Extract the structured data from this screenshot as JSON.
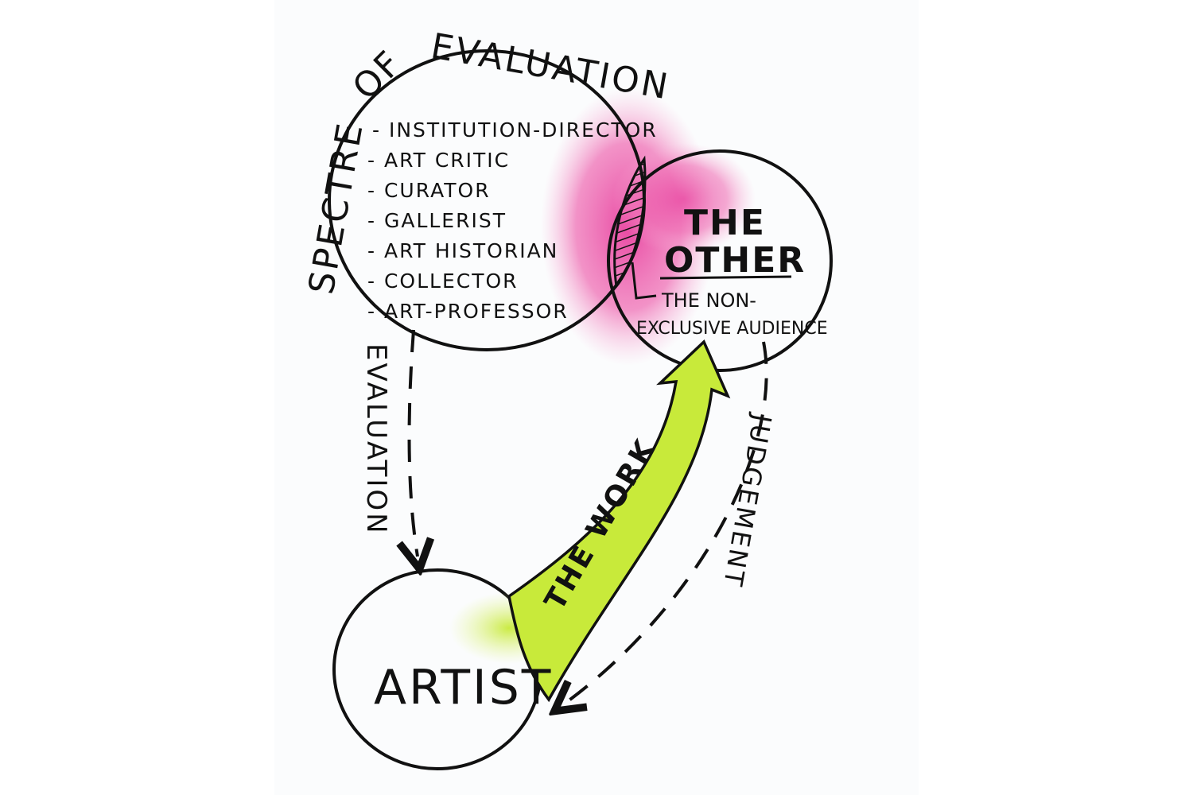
{
  "title": "SPECTRE OF EVALUATION",
  "evaluators": {
    "items": [
      "- INSTITUTION-DIRECTOR",
      "- ART CRITIC",
      "- CURATOR",
      "- GALLERIST",
      "- ART HISTORIAN",
      "- COLLECTOR",
      "- ART-PROFESSOR"
    ]
  },
  "other": {
    "line1": "THE",
    "line2": "OTHER",
    "sub1": "THE NON-",
    "sub2": "EXCLUSIVE AUDIENCE"
  },
  "artist": "ARTIST",
  "arrows": {
    "evaluation": "EVALUATION",
    "judgement": "JUDGEMENT",
    "work": "THE WORK"
  },
  "colors": {
    "ink": "#111111",
    "pink": "#e8409e",
    "green": "#c8ea3a",
    "paper": "#fbfcfd"
  }
}
